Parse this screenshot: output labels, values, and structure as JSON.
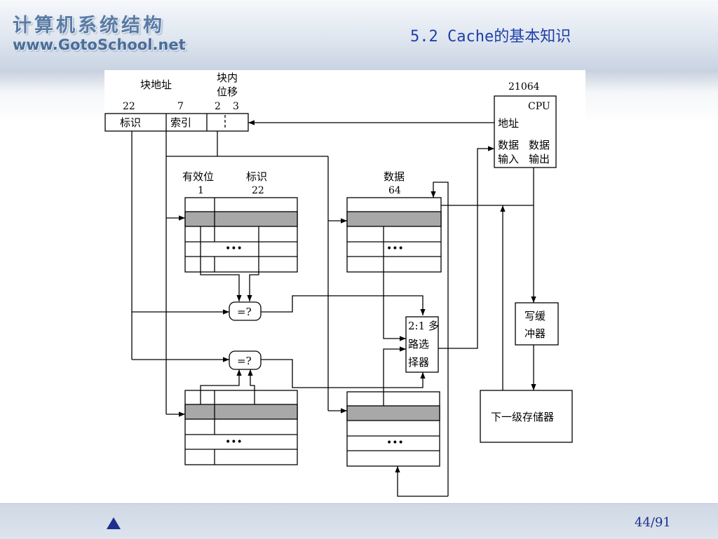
{
  "header": {
    "logo_cn": "计算机系统结构",
    "logo_url": "www.GotoSchool.net",
    "section_title": "5.2 Cache的基本知识"
  },
  "diagram": {
    "address": {
      "block_addr_label": "块地址",
      "offset_label_1": "块内",
      "offset_label_2": "位移",
      "tag_bits": "22",
      "index_bits": "7",
      "offset_bits_a": "2",
      "offset_bits_b": "3",
      "tag_field": "标识",
      "index_field": "索引"
    },
    "cpu": {
      "model": "21064",
      "name": "CPU",
      "addr": "地址",
      "data_in_1": "数据",
      "data_in_2": "输入",
      "data_out_1": "数据",
      "data_out_2": "输出"
    },
    "tag_array": {
      "valid_label": "有效位",
      "valid_bits": "1",
      "tag_label": "标识",
      "tag_bits": "22"
    },
    "data_array": {
      "label": "数据",
      "bits": "64"
    },
    "ellipsis": "•••",
    "comparator": "=?",
    "mux": {
      "line1": "2:1 多",
      "line2": "路选",
      "line3": "择器"
    },
    "write_buffer": {
      "line1": "写缓",
      "line2": "冲器"
    },
    "next_level": "下一级存储器"
  },
  "footer": {
    "page": "44/91"
  }
}
